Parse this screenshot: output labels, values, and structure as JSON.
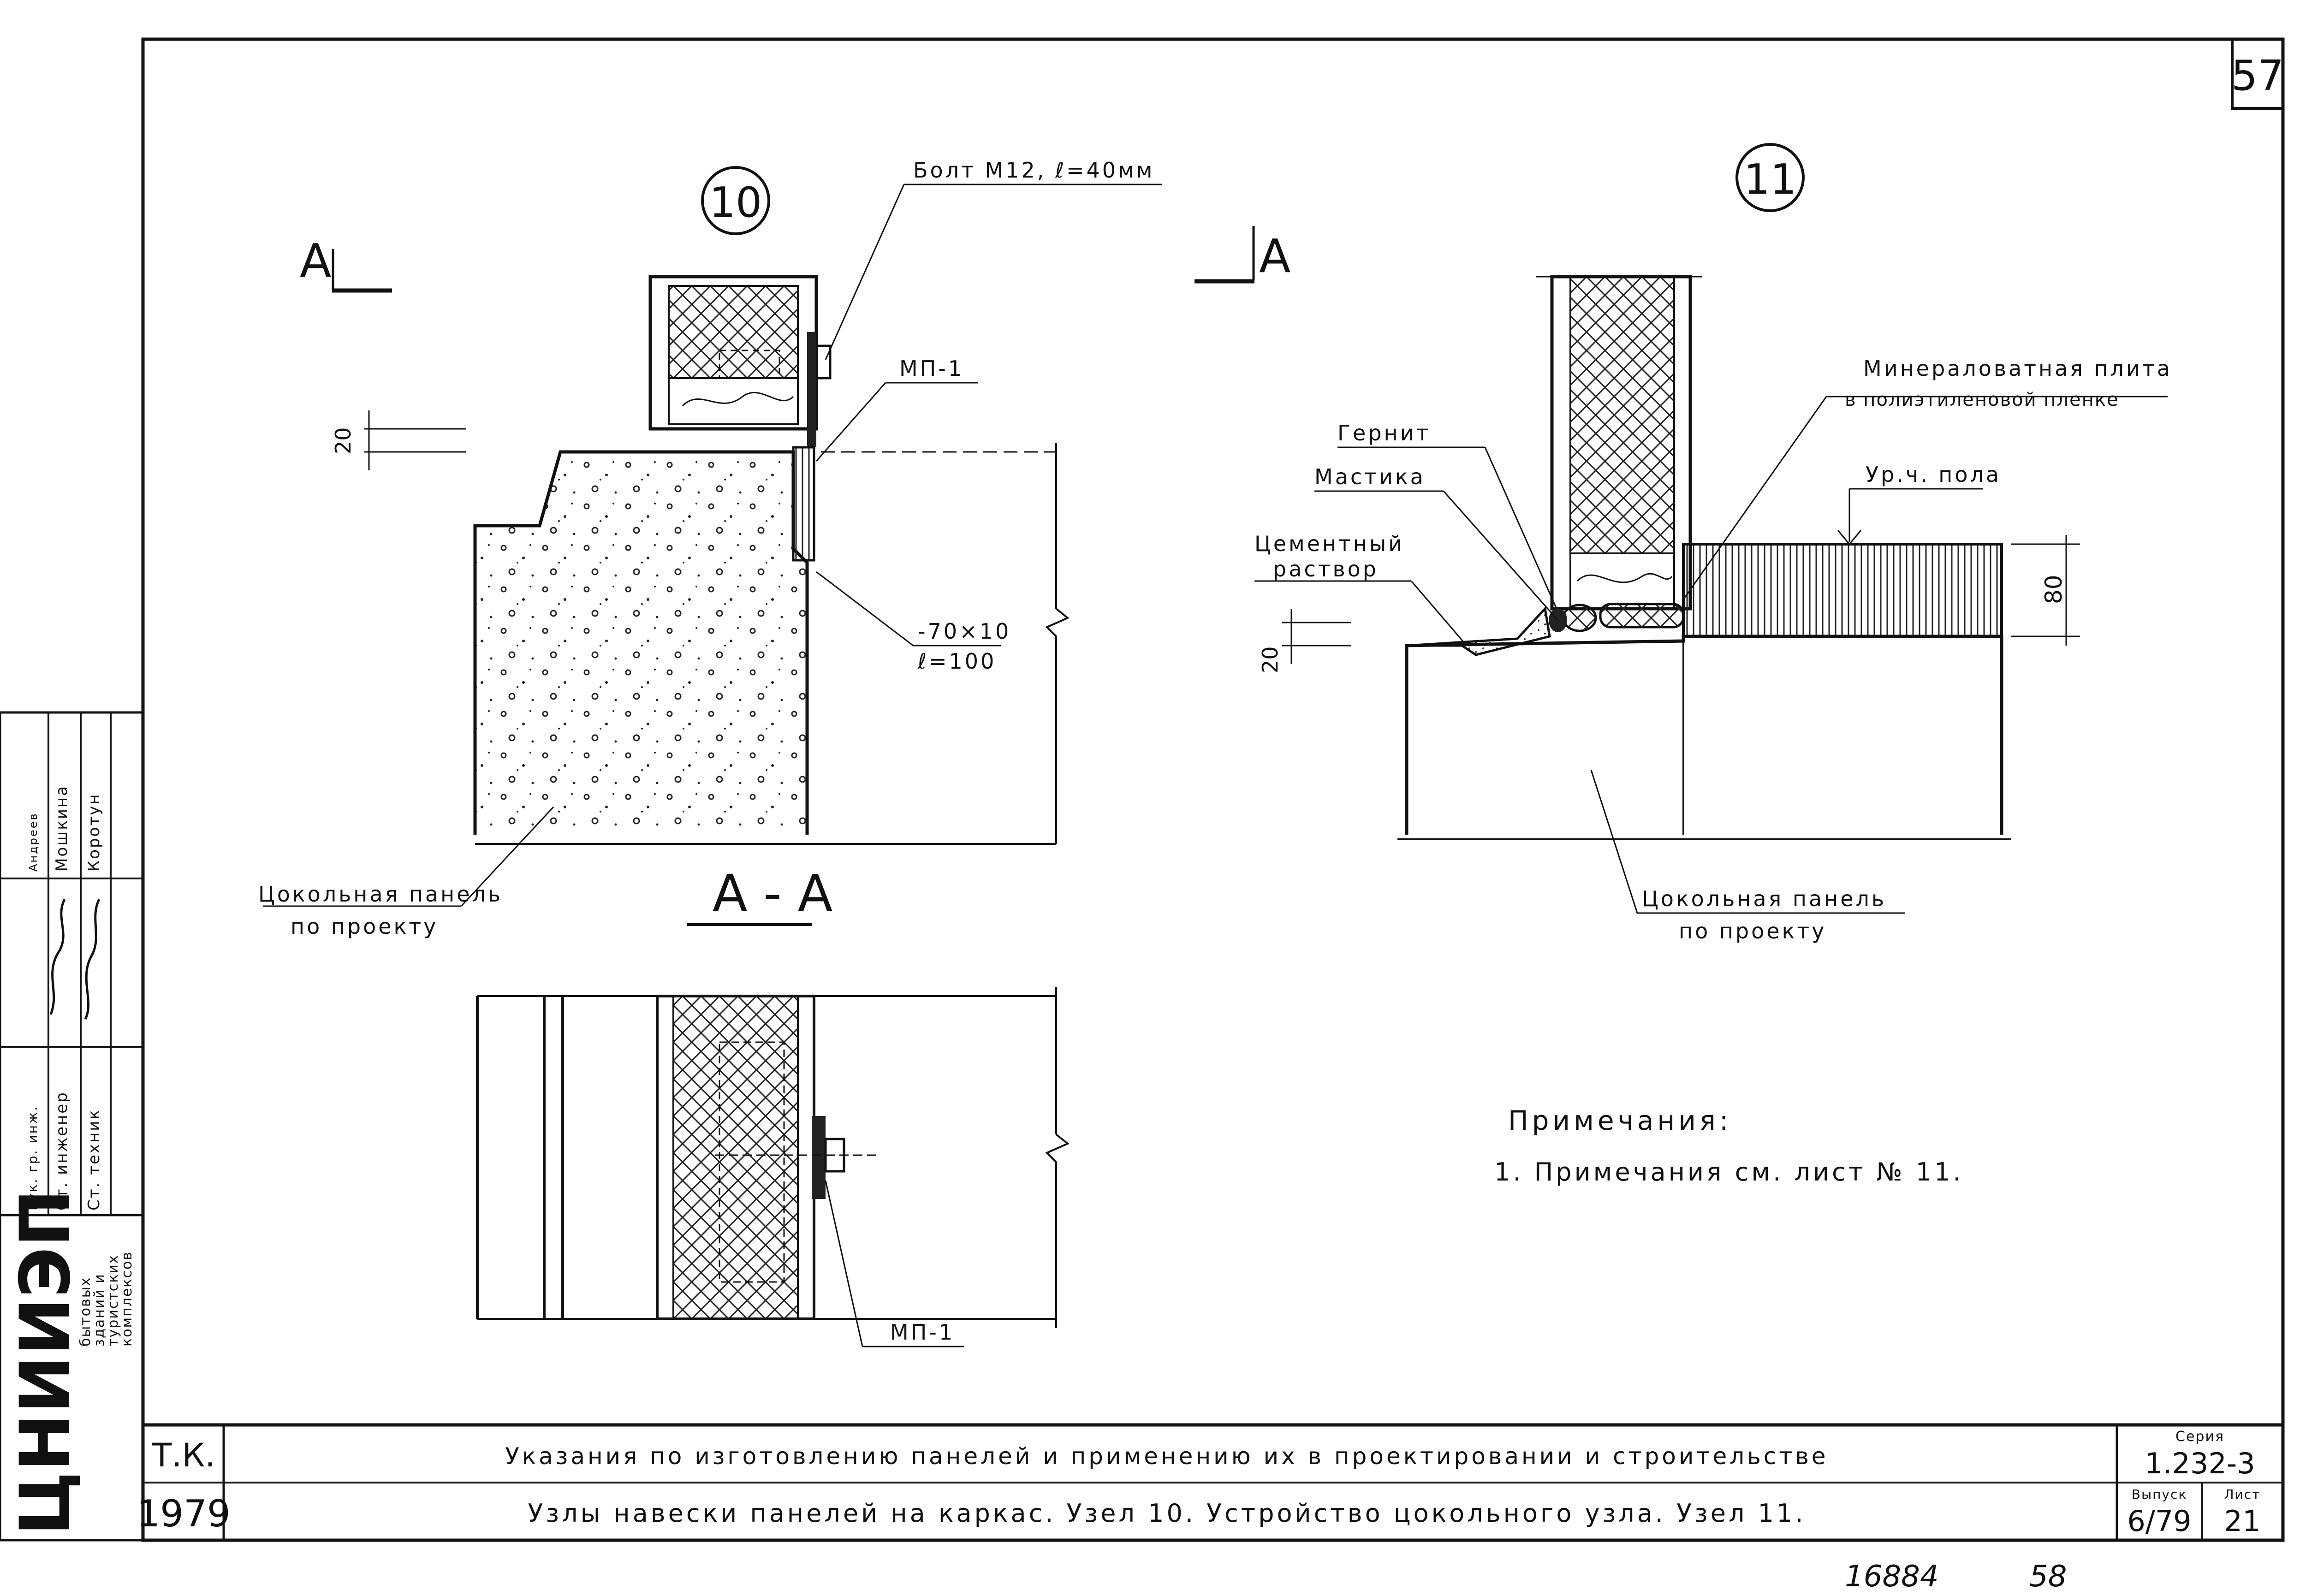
{
  "sheet": {
    "number": "57",
    "page_footer": "16884",
    "page_footer_2": "58"
  },
  "node10": {
    "circle": "10",
    "section_mark": "A",
    "bolt": "Болт М12, ℓ=40мм",
    "plate_top": "МП-1",
    "dim_20": "20",
    "strip": "-70×10",
    "strip_len": "ℓ=100",
    "panel_label": "Цокольная панель",
    "panel_sub": "по проекту"
  },
  "section_aa": {
    "title": "А - А",
    "plate": "МП-1"
  },
  "node11": {
    "circle": "11",
    "section_mark": "А",
    "mineral_1": "Минераловатная плита",
    "mineral_2": "в полиэтиленовой пленке",
    "gernit": "Гернит",
    "mastika": "Мастика",
    "floor_level": "Ур.ч. пола",
    "cement_1": "Цементный",
    "cement_2": "раствор",
    "dim_80": "80",
    "dim_20": "20",
    "panel_label": "Цокольная панель",
    "panel_sub": "по проекту"
  },
  "notes": {
    "title": "Примечания:",
    "item1": "1. Примечания см. лист № 11."
  },
  "title_block": {
    "code": "Т.К.",
    "year": "1979",
    "title_main": "Указания по изготовлению панелей и применению их в проектировании и строительстве",
    "title_sub": "Узлы навески панелей на каркас. Узел 10.    Устройство цокольного узла.  Узел 11.",
    "series_label": "Серия",
    "series_value": "1.232-3",
    "issue_label": "Выпуск",
    "issue_value": "6/79",
    "sheet_label": "Лист",
    "sheet_value": "21"
  },
  "side_stamp": {
    "org": "ЦНИИЭП",
    "org_sub_1": "бытовых",
    "org_sub_2": "зданий и",
    "org_sub_3": "туристских",
    "org_sub_4": "комплексов",
    "role_1": "Рук. гр. инж.",
    "role_2": "Ст. инженер",
    "role_3": "Ст. техник",
    "name_1": "Мошкина",
    "name_2": "Коротун",
    "name_0": "Андреев"
  }
}
